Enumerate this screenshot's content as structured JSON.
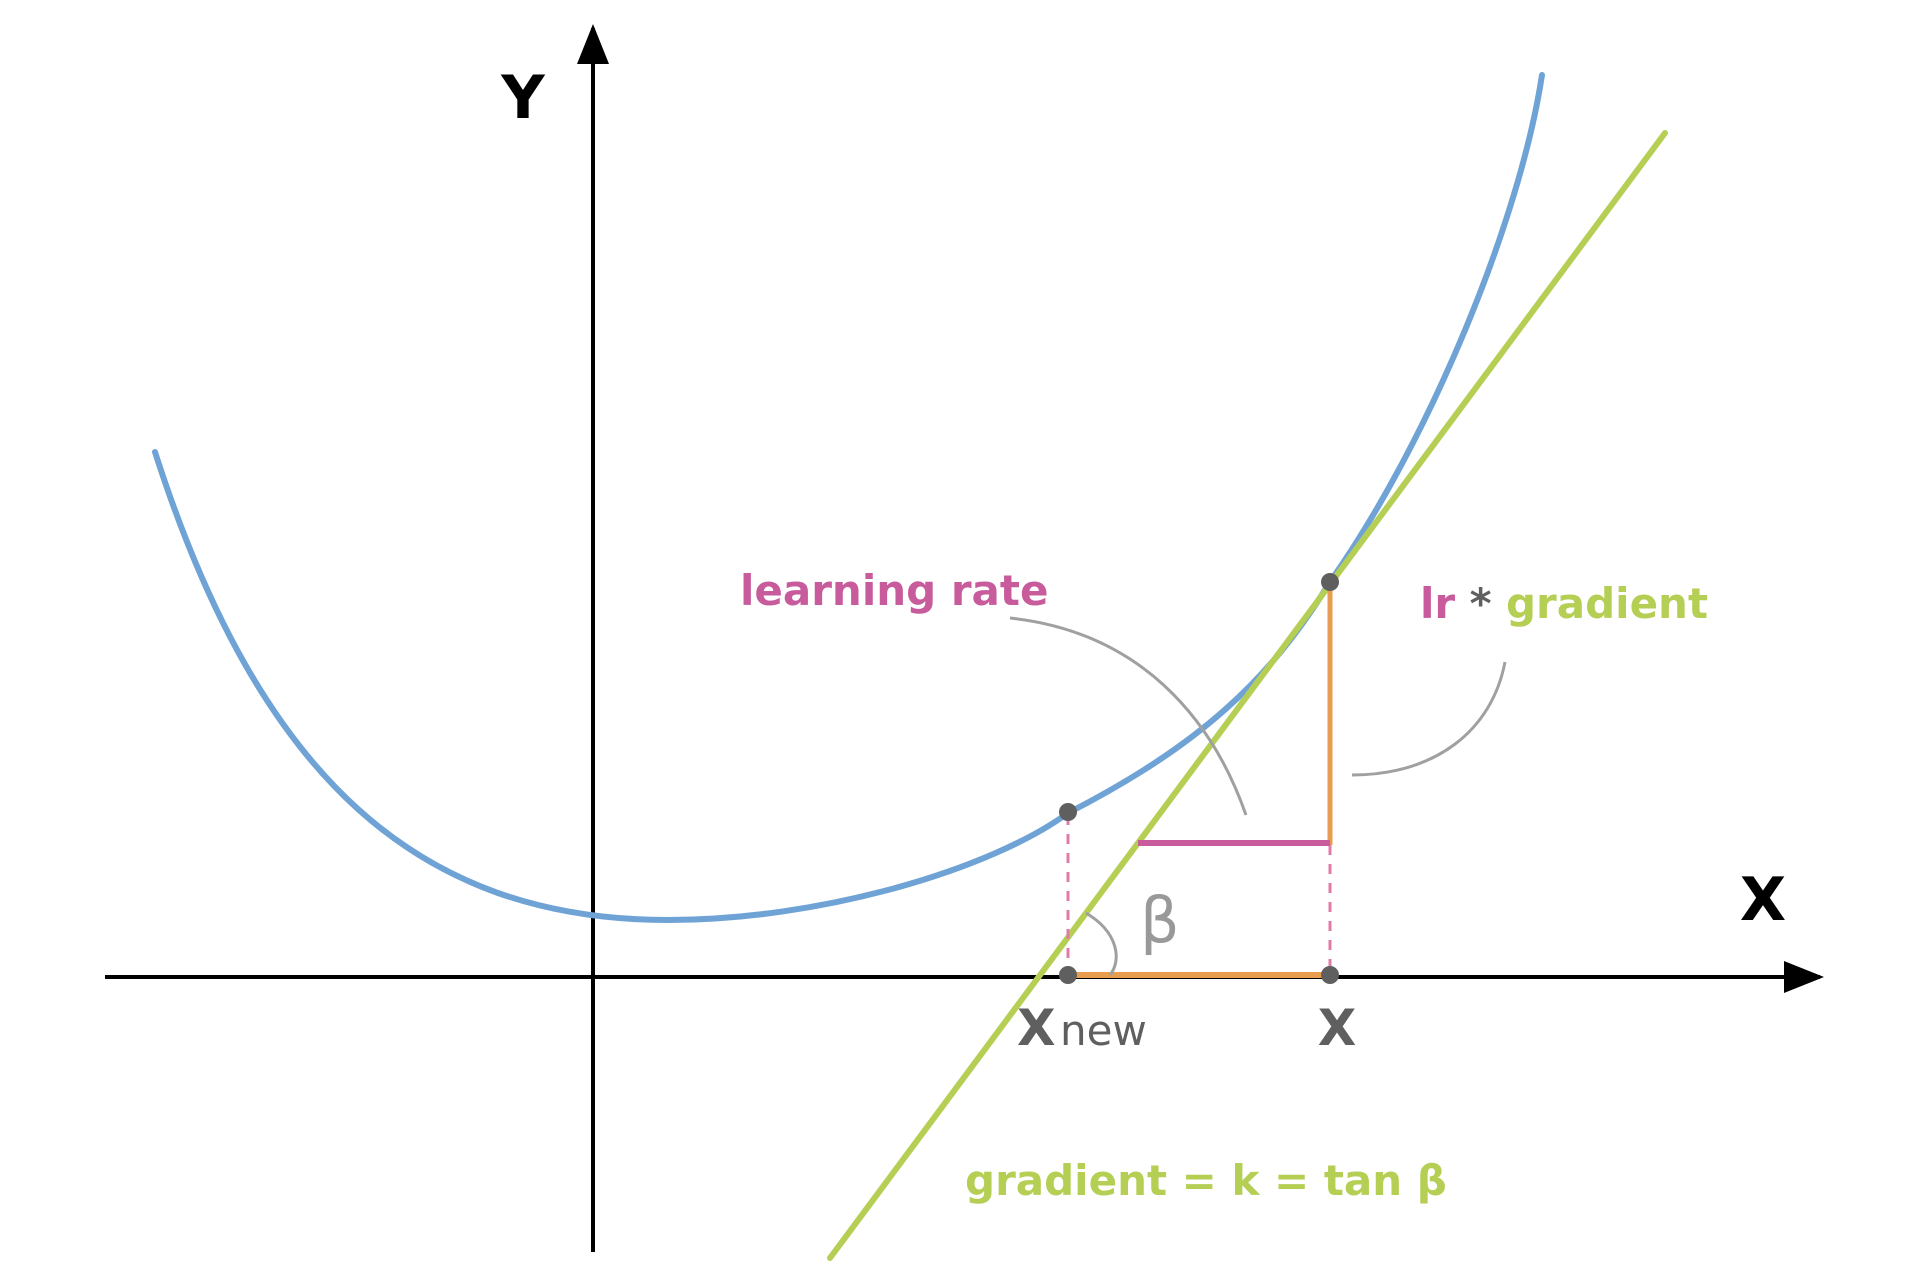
{
  "axes": {
    "x_label": "X",
    "y_label": "Y"
  },
  "points": {
    "x_current_label": "X",
    "x_new_main": "X",
    "x_new_sub": "new"
  },
  "annotations": {
    "learning_rate": "learning rate",
    "lr": "lr",
    "star": "*",
    "gradient": "gradient",
    "formula": "gradient = k = tan β",
    "beta": "β"
  },
  "colors": {
    "curve": "#6FA3D6",
    "tangent": "#B5CF55",
    "step": "#E89E4E",
    "learning_rate": "#C85B9C",
    "point": "#5F5F5F",
    "pointer": "#A0A0A0",
    "axis": "#000000",
    "dashed": "#E07BA8"
  }
}
